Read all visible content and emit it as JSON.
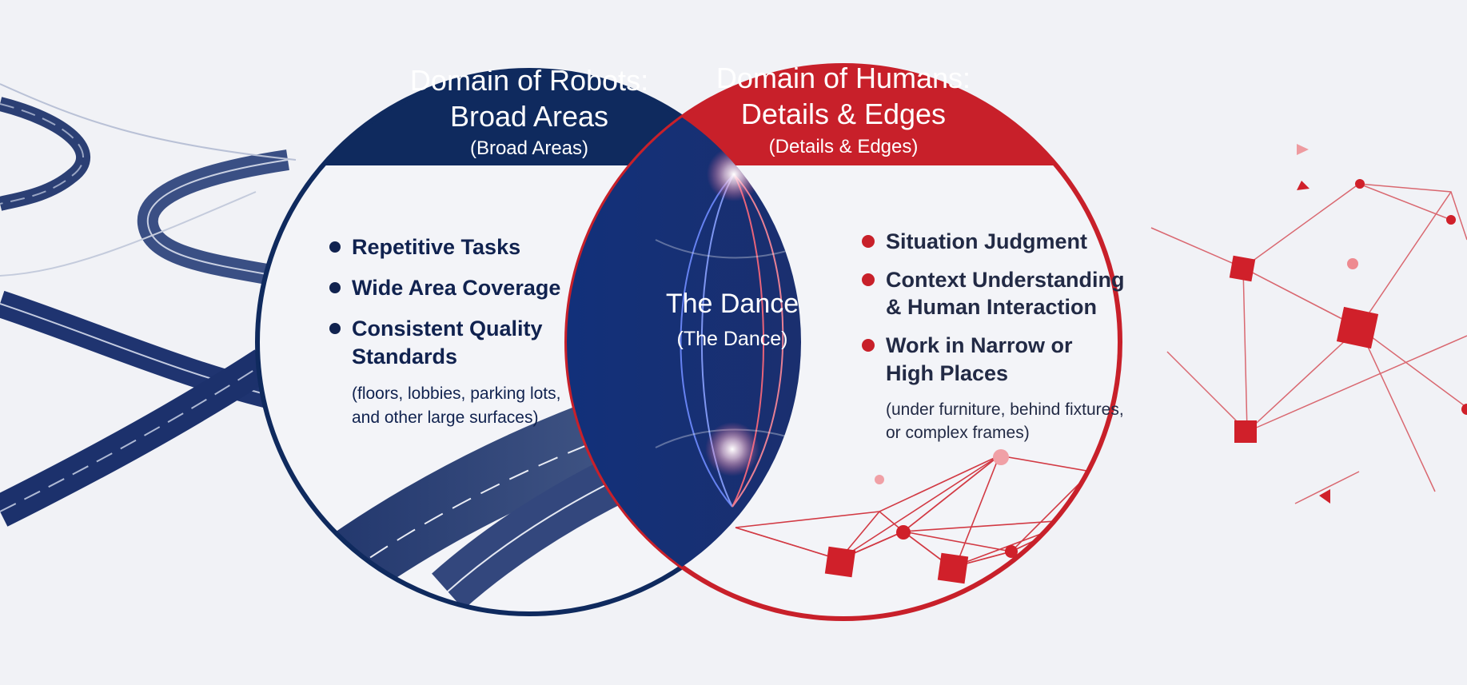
{
  "colors": {
    "robot_navy": "#0f2a5e",
    "human_red": "#c8202a",
    "robot_text": "#10224f",
    "human_text": "#222a45",
    "background": "#f1f2f6"
  },
  "robots": {
    "title_line1": "Domain of Robots:",
    "title_line2": "Broad Areas",
    "subtitle": "(Broad Areas)",
    "items": [
      {
        "lines": [
          "Repetitive Tasks"
        ]
      },
      {
        "lines": [
          "Wide Area Coverage"
        ]
      },
      {
        "lines": [
          "Consistent Quality",
          "Standards"
        ]
      }
    ],
    "note_line1": "(floors, lobbies, parking lots,",
    "note_line2": "and other large surfaces)"
  },
  "humans": {
    "title_line1": "Domain of Humans:",
    "title_line2": "Details & Edges",
    "subtitle": "(Details & Edges)",
    "items": [
      {
        "lines": [
          "Situation Judgment"
        ]
      },
      {
        "lines": [
          "Context Understanding",
          "& Human Interaction"
        ]
      },
      {
        "lines": [
          "Work in Narrow or",
          "High Places"
        ]
      }
    ],
    "note_line1": "(under furniture, behind fixtures,",
    "note_line2": "or complex frames)"
  },
  "center": {
    "title": "The Dance",
    "subtitle": "(The Dance)"
  }
}
